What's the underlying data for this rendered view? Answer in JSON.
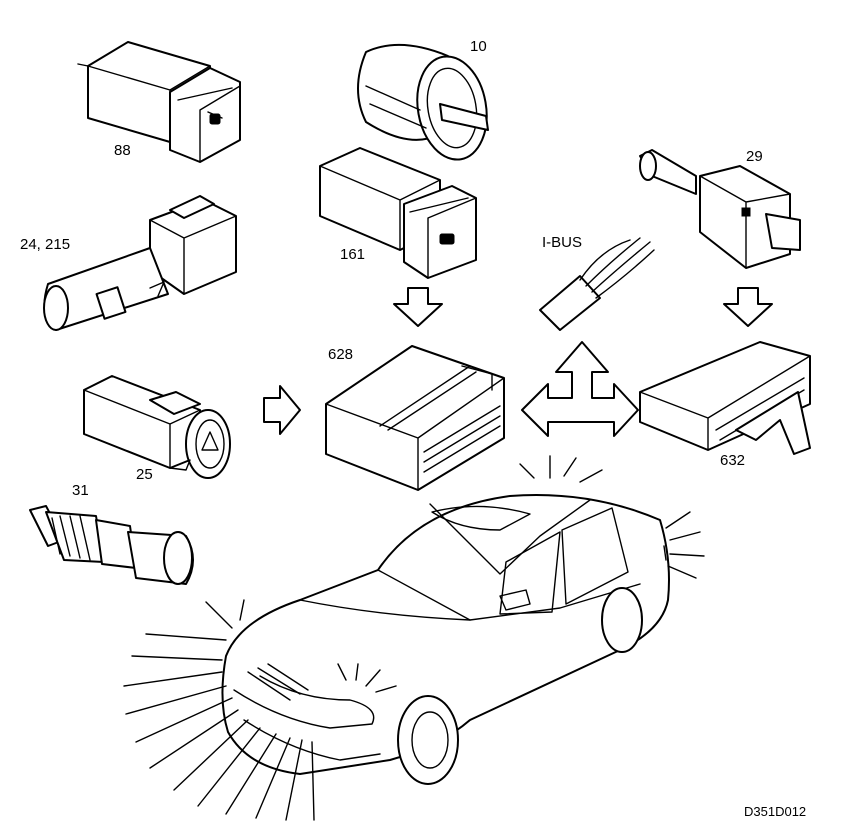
{
  "components": [
    {
      "id": "88",
      "label": "88",
      "icon": "fog-light-switch-icon"
    },
    {
      "id": "10",
      "label": "10",
      "icon": "light-switch-icon"
    },
    {
      "id": "161",
      "label": "161",
      "icon": "rear-fog-switch-icon"
    },
    {
      "id": "29",
      "label": "29",
      "icon": "brake-light-switch-icon"
    },
    {
      "id": "24-215",
      "label": "24, 215",
      "icon": "turn-signal-stalk-icon"
    },
    {
      "id": "25",
      "label": "25",
      "icon": "hazard-switch-icon"
    },
    {
      "id": "31",
      "label": "31",
      "icon": "temperature-sensor-icon"
    },
    {
      "id": "628",
      "label": "628",
      "icon": "control-module-icon"
    },
    {
      "id": "632",
      "label": "632",
      "icon": "control-module-icon"
    },
    {
      "id": "ibus",
      "label": "I-BUS",
      "icon": "bus-connector-icon"
    }
  ],
  "reference": "D351D012"
}
